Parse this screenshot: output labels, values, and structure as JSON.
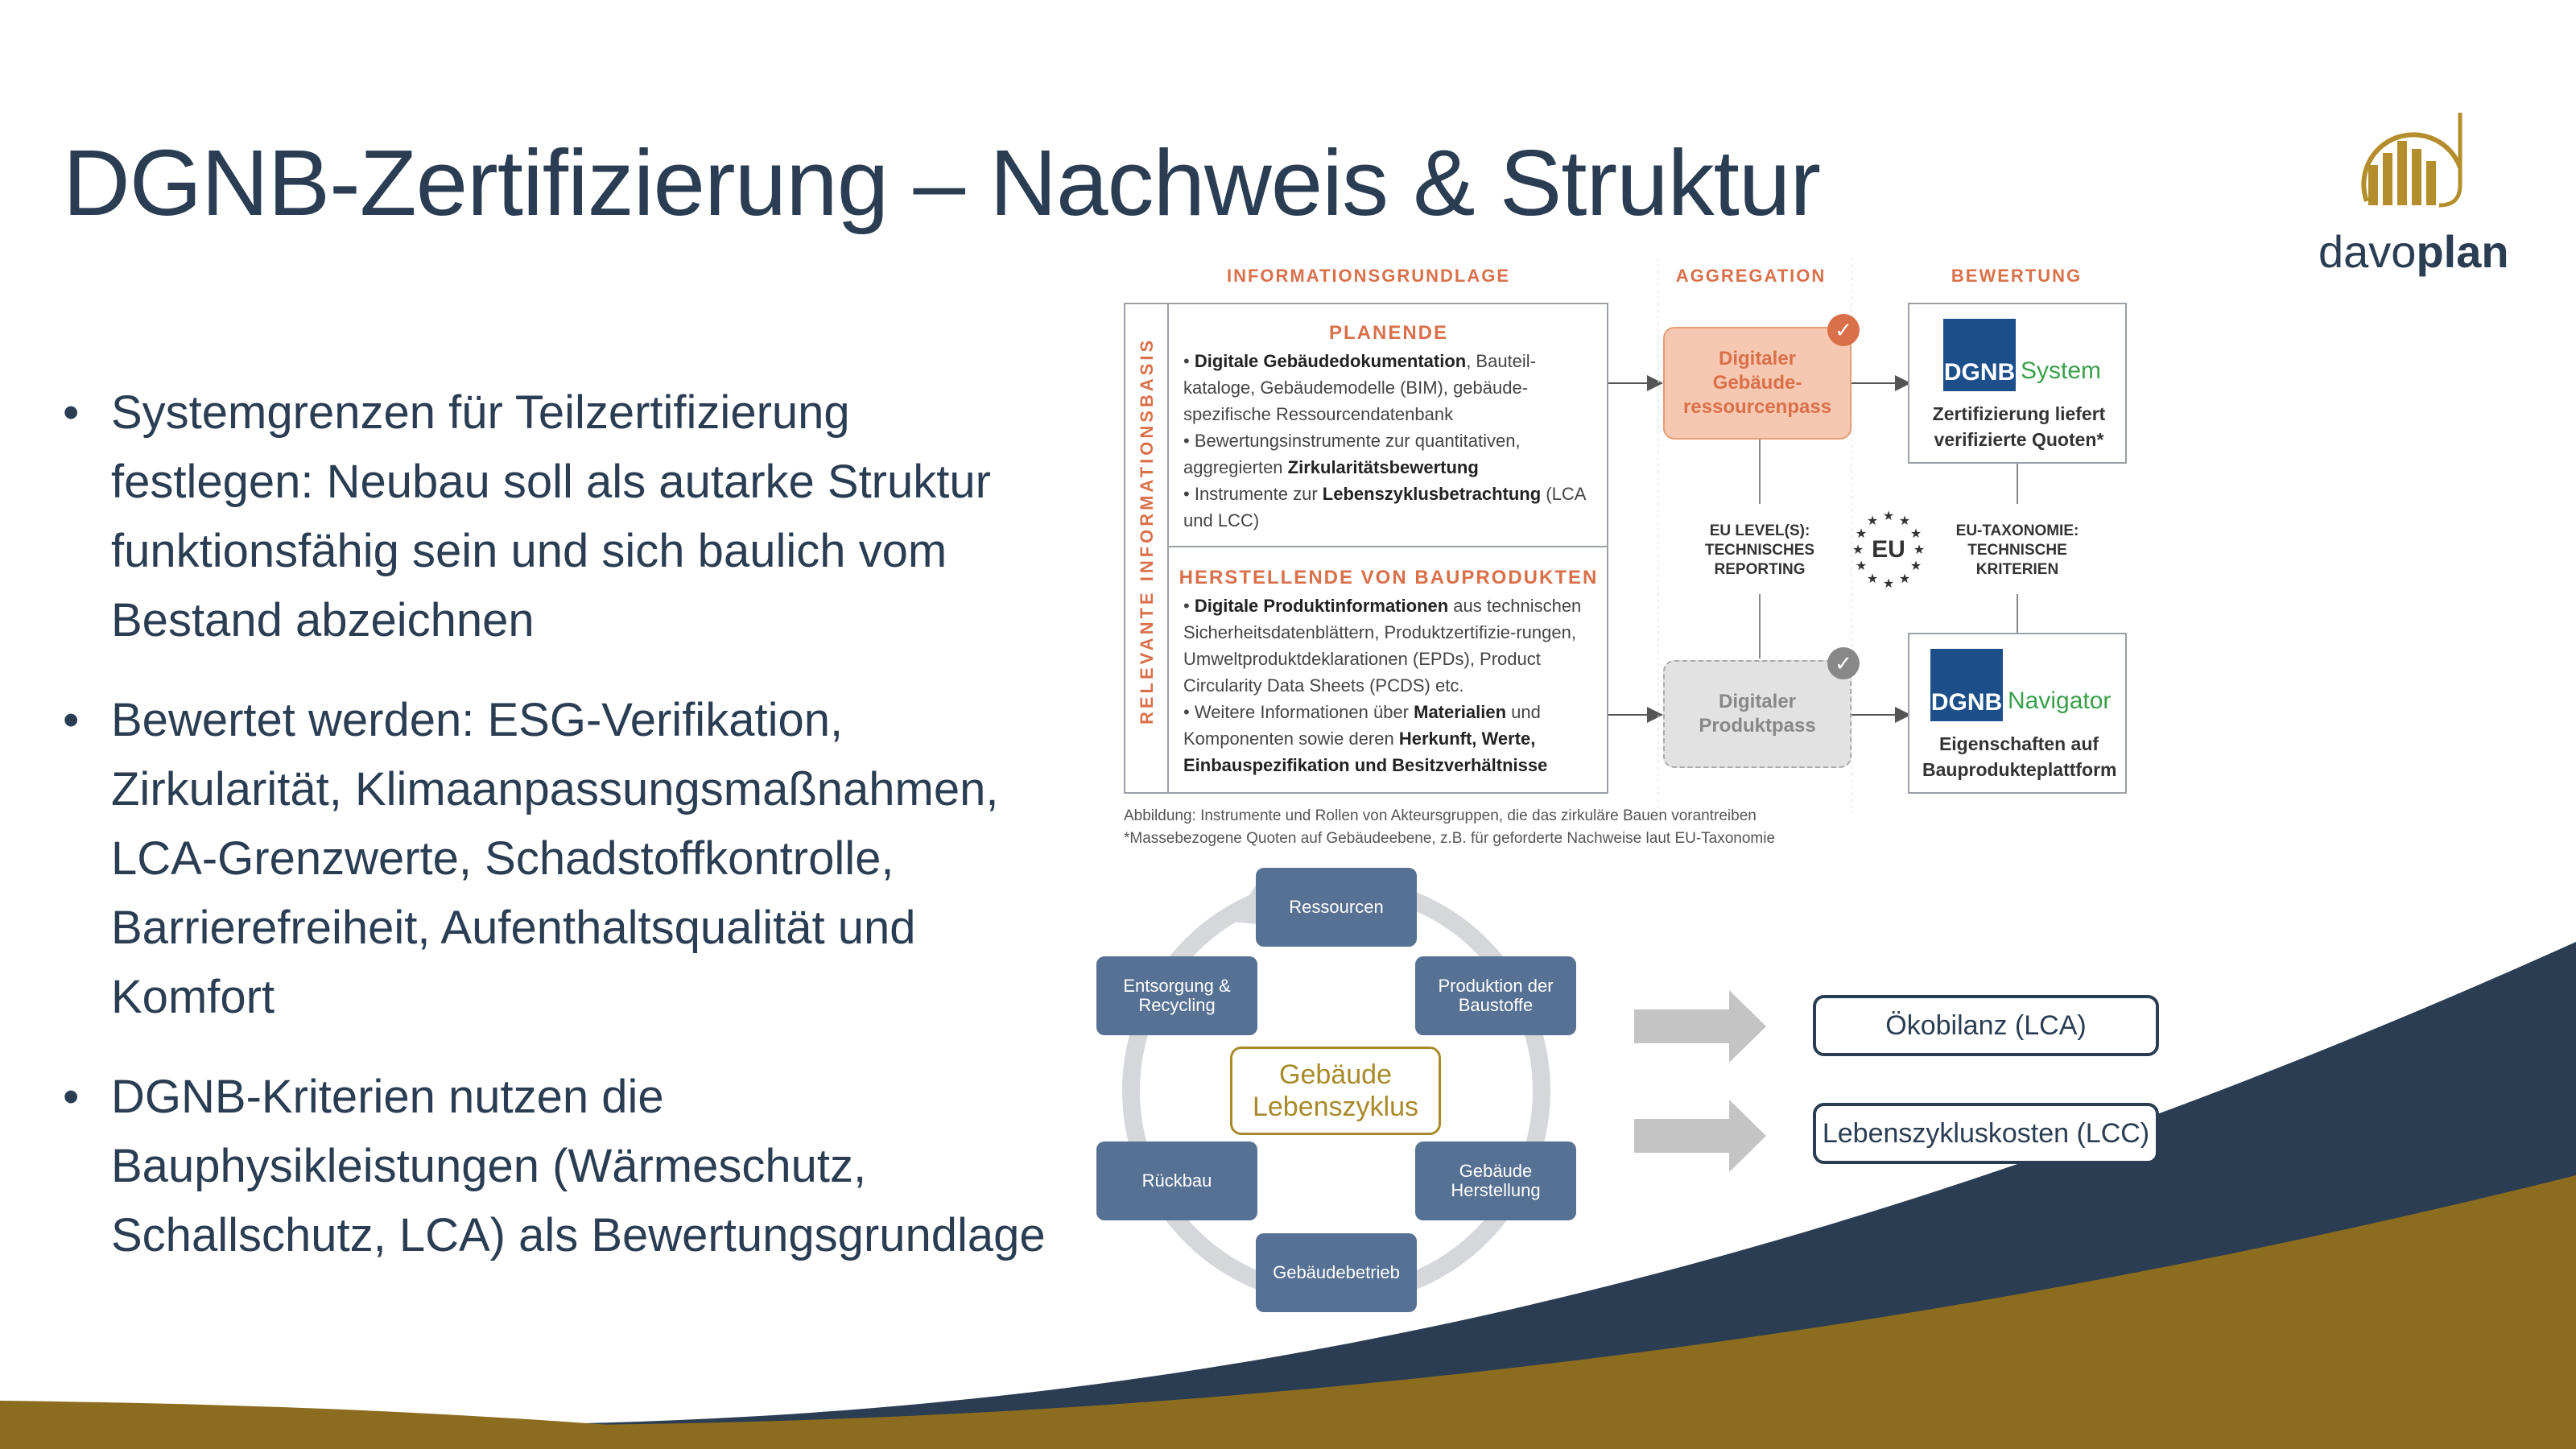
{
  "slide": {
    "title": "DGNB-Zertifizierung – Nachweis & Struktur",
    "logo_prefix": "davo",
    "logo_suffix": "plan",
    "bullets": [
      "Systemgrenzen für Teilzertifizierung festlegen: Neubau soll als autarke Struktur funktionsfähig sein und sich baulich vom Bestand abzeichnen",
      "Bewertet werden: ESG-Verifikation, Zirkularität, Klimaanpassungsmaßnahmen, LCA-Grenzwerte, Schadstoffkontrolle, Barrierefreiheit, Aufenthaltsqualität und Komfort",
      "DGNB-Kriterien nutzen die Bauphysikleistungen (Wärmeschutz, Schallschutz, LCA) als Bewertungsgrundlage"
    ],
    "bullet_symbol": "•"
  },
  "figure": {
    "headers": {
      "info": "INFORMATIONSGRUNDLAGE",
      "aggregation": "AGGREGATION",
      "rating": "BEWERTUNG"
    },
    "vertical_label": "RELEVANTE  INFORMATIONSBASIS",
    "planende": {
      "title": "PLANENDE",
      "items": [
        {
          "bold": "Digitale Gebäudedokumentation",
          "rest": ", Bauteil-kataloge, Gebäudemodelle (BIM), gebäude-spezifische Ressourcendatenbank"
        },
        {
          "pre": "Bewertungsinstrumente zur quantitativen, aggregierten ",
          "bold": "Zirkularitätsbewertung"
        },
        {
          "pre": "Instrumente zur ",
          "bold": "Lebenszyklusbetrachtung",
          "rest": " (LCA und LCC)"
        }
      ]
    },
    "hersteller": {
      "title": "HERSTELLENDE VON BAUPRODUKTEN",
      "items": [
        {
          "bold": "Digitale Produktinformationen",
          "rest": " aus technischen Sicherheitsdatenblättern, Produktzertifizie-rungen, Umweltproduktdeklarationen (EPDs), Product Circularity Data Sheets (PCDS) etc."
        },
        {
          "pre": "Weitere Informationen über ",
          "bold": "Materialien",
          "rest": " und Komponenten sowie deren ",
          "bold2": "Herkunft, Werte, Einbauspezifikation und Besitzverhältnisse"
        }
      ]
    },
    "pass_building": "Digitaler Gebäude-ressourcenpass",
    "pass_product": "Digitaler Produktpass",
    "dgnb_system": {
      "badge": "DGNB",
      "name": "System",
      "text": "Zertifizierung liefert verifizierte Quoten*"
    },
    "dgnb_navigator": {
      "badge": "DGNB",
      "name": "Navigator",
      "text": "Eigenschaften auf Bauprodukteplattform"
    },
    "eu_left": "EU LEVEL(S): TECHNISCHES REPORTING",
    "eu_center": "EU",
    "eu_right": "EU-TAXONOMIE: TECHNISCHE KRITERIEN",
    "caption1": "Abbildung: Instrumente und Rollen von Akteursgruppen, die das zirkuläre Bauen vorantreiben",
    "caption2": "*Massebezogene Quoten auf Gebäudeebene, z.B. für geforderte Nachweise laut EU-Taxonomie"
  },
  "cycle": {
    "nodes": {
      "top": "Ressourcen",
      "top_right": "Produktion der Baustoffe",
      "bottom_right": "Gebäude Herstellung",
      "bottom": "Gebäudebetrieb",
      "bottom_left": "Rückbau",
      "top_left": "Entsorgung & Recycling"
    },
    "center_line1": "Gebäude",
    "center_line2": "Lebenszyklus",
    "out_lca": "Ökobilanz (LCA)",
    "out_lcc": "Lebenszykluskosten (LCC)"
  },
  "colors": {
    "navy": "#2a3d52",
    "gold": "#8c6d1f",
    "orange": "#d9704a",
    "node_blue": "#567193",
    "dgnb_blue": "#1c4f8a",
    "dgnb_green": "#3aa04a"
  }
}
